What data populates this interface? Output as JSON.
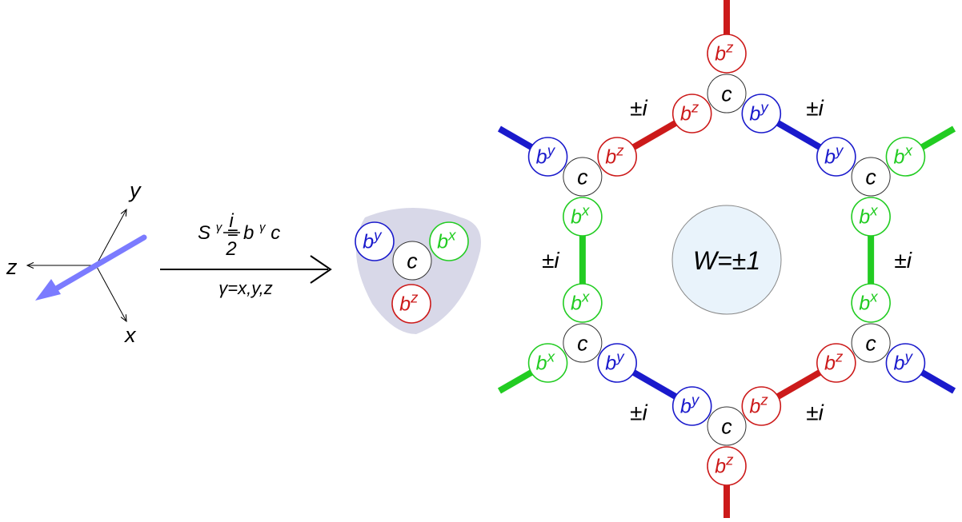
{
  "axes": {
    "x_label": "x",
    "y_label": "y",
    "z_label": "z"
  },
  "mapping": {
    "lhs": "S",
    "lhs_sup": "γ",
    "equals": "=",
    "frac_num": "i",
    "frac_den": "2",
    "b": "b",
    "b_sup": "γ",
    "c": "c",
    "gamma_line": "γ=x,y,z"
  },
  "majorana": {
    "b_letter": "b",
    "c_letter": "c",
    "sup_x": "x",
    "sup_y": "y",
    "sup_z": "z"
  },
  "bond_label": "±i",
  "plaquette": {
    "label": "W=±1"
  },
  "colors": {
    "x": "#22cc22",
    "y": "#1a1acc",
    "z": "#cc1a1a",
    "field_arrow": "#7b7bff",
    "blob": "#d8d8e8",
    "site_fill": "#e9f3fb",
    "plaquette_fill": "#e9f3fb"
  }
}
